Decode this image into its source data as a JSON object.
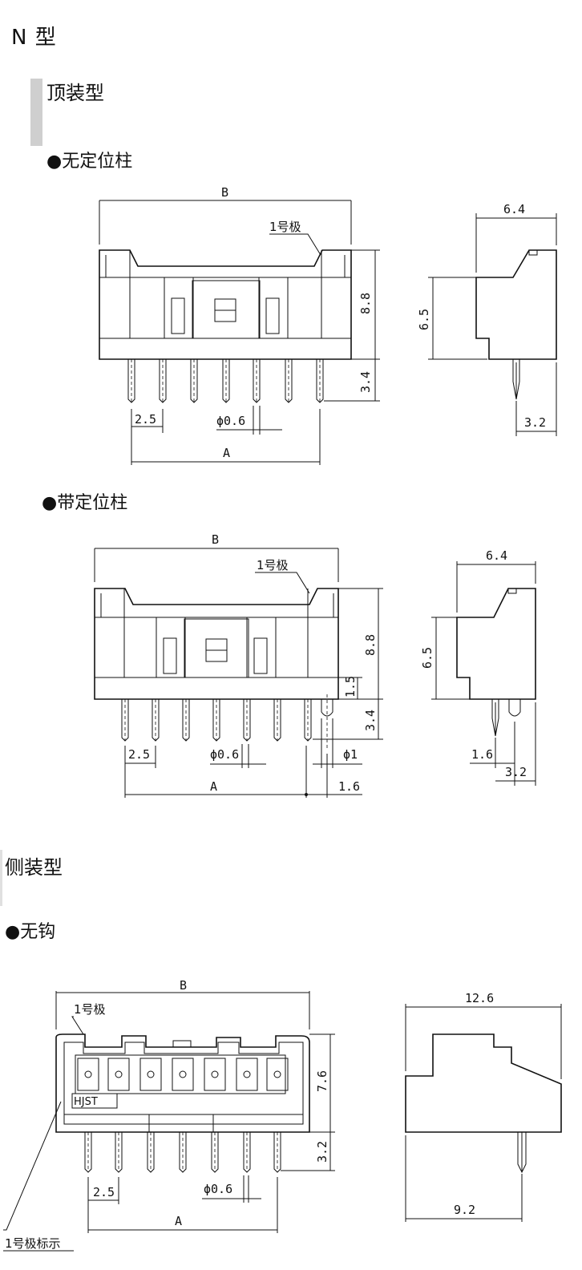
{
  "title": "N 型",
  "sections": {
    "top_mount": "顶装型",
    "side_mount": "侧装型"
  },
  "variants": {
    "no_post": "●无定位柱",
    "with_post": "●带定位柱",
    "no_hook": "●无钩"
  },
  "labels": {
    "pin1": "1号极",
    "pin1_mark": "1号极标示",
    "hjst": "HJST",
    "A": "A",
    "B": "B"
  },
  "dims": {
    "d_6_4": "6.4",
    "d_6_5": "6.5",
    "d_8_8": "8.8",
    "d_3_4": "3.4",
    "d_3_2": "3.2",
    "d_2_5": "2.5",
    "d_phi06": "ϕ0.6",
    "d_phi1": "ϕ1",
    "d_1_5": "1.5",
    "d_1_6": "1.6",
    "d_12_6": "12.6",
    "d_7_6": "7.6",
    "d_9_2": "9.2"
  }
}
